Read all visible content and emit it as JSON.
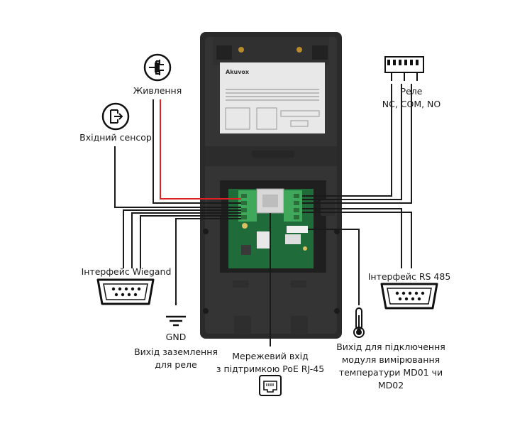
{
  "device": {
    "brand": "Akuvox"
  },
  "labels": {
    "power": "Живлення",
    "input_sensor": "Вхідний сенсор",
    "relay_line1": "Реле",
    "relay_line2": "NC, COM, NO",
    "wiegand": "Інтерфейс Wiegand",
    "rs485": "Інтерфейс RS 485",
    "gnd": "GND",
    "relay_ground_line1": "Вихід заземлення",
    "relay_ground_line2": "для реле",
    "network_line1": "Мережевий вхід",
    "network_line2": "з підтримкою PoE RJ-45",
    "temp_line1": "Вихід для підключення",
    "temp_line2": "модуля вимірювання",
    "temp_line3": "температури MD01 чи",
    "temp_line4": "MD02"
  },
  "icons": {
    "power": "power-plug-icon",
    "input_sensor": "exit-sensor-icon",
    "relay": "relay-icon",
    "wiegand": "db9-connector-icon",
    "rs485": "db9-connector-icon",
    "gnd": "ground-symbol-icon",
    "network": "ethernet-port-icon",
    "temperature": "thermometer-icon"
  },
  "colors": {
    "wire": "#1a1a1a",
    "power_wire": "#e02020",
    "device_body": "#2b2b2b",
    "pcb": "#1f6b3a",
    "terminal": "#3fa85a"
  }
}
